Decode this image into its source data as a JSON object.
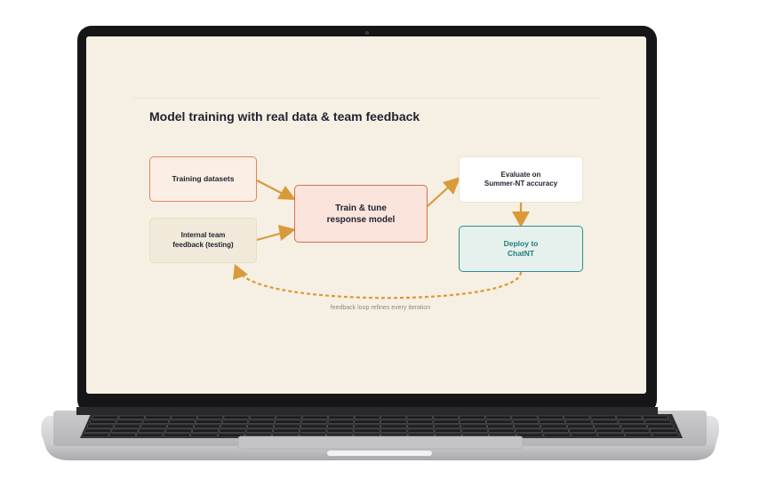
{
  "slide": {
    "title": "Model training with real data & team feedback",
    "caption": "feedback loop refines every iteration"
  },
  "nodes": {
    "training_datasets": "Training datasets",
    "internal_feedback_line1": "Internal team",
    "internal_feedback_line2": "feedback (testing)",
    "train_tune_line1": "Train & tune",
    "train_tune_line2": "response model",
    "evaluate_line1": "Evaluate on",
    "evaluate_line2": "Summer-NT accuracy",
    "deploy_line1": "Deploy to",
    "deploy_line2": "ChatNT"
  },
  "colors": {
    "screen_background": "#f6efe3",
    "arrow": "#d99a3a",
    "train_border": "#cf6f52",
    "deploy_border": "#2c8f8a"
  }
}
